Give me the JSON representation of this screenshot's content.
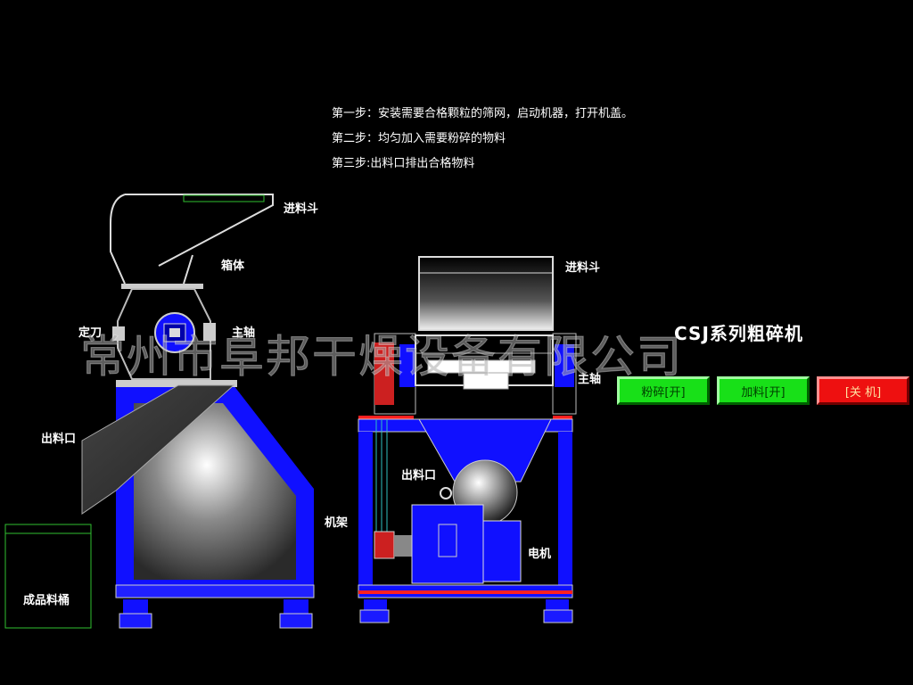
{
  "steps": [
    "第一步：安装需要合格颗粒的筛网，启动机器，打开机盖。",
    "第二步：均匀加入需要粉碎的物料",
    "第三步:出料口排出合格物料"
  ],
  "labels": {
    "left_feed_hopper": "进料斗",
    "housing": "箱体",
    "fixed_blade": "定刀",
    "left_main_shaft": "主轴",
    "left_outlet": "出料口",
    "frame": "机架",
    "product_bin": "成品料桶",
    "right_feed_hopper": "进料斗",
    "right_main_shaft": "主轴",
    "right_outlet": "出料口",
    "motor": "电机"
  },
  "title": "CSJ系列粗碎机",
  "watermark": "常州市阜邦干燥设备有限公司",
  "buttons": {
    "crush": "粉碎[开]",
    "feed": "加料[开]",
    "shutdown": "[关 机]"
  },
  "colors": {
    "frame_blue": "#1010ff",
    "button_green": "#18e018",
    "button_red": "#ee1010",
    "accent_red": "#ff2020"
  }
}
